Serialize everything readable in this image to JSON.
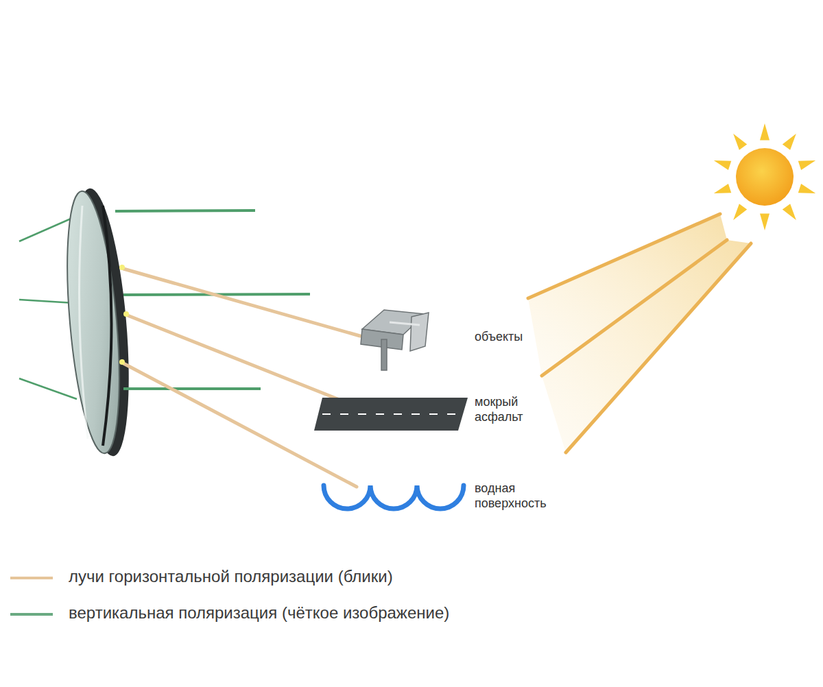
{
  "diagram": {
    "labels": [
      "объекты",
      "мокрый асфальт",
      "водная поверхность"
    ],
    "legend": [
      {
        "text": "лучи горизонтальной поляризации (блики)",
        "color": "#e6c59a"
      },
      {
        "text": "вертикальная поляризация (чёткое изображение)",
        "color": "#6aaa82"
      }
    ]
  }
}
